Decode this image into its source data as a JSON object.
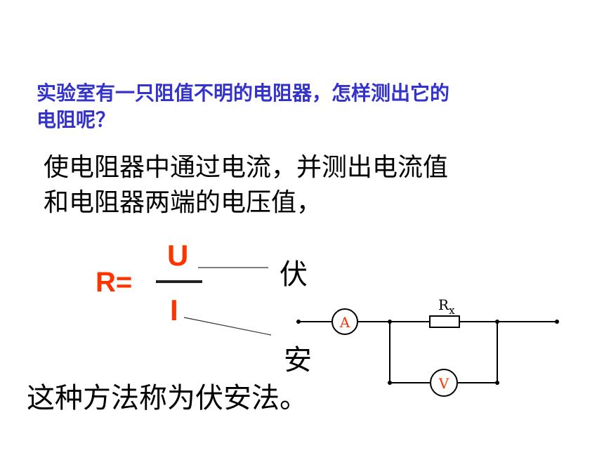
{
  "question": {
    "line1": "实验室有一只阻值不明的电阻器，怎样测出它的",
    "line2": "电阻呢？"
  },
  "explanation": {
    "line1": "使电阻器中通过电流，并测出电流值",
    "line2": "和电阻器两端的电压值，"
  },
  "formula": {
    "lhs": "R=",
    "numerator": "U",
    "denominator": "I",
    "numerator_unit": "伏",
    "denominator_unit": "安"
  },
  "circuit": {
    "ammeter": "A",
    "voltmeter": "V",
    "resistor_label": "R",
    "resistor_subscript": "x"
  },
  "conclusion": "这种方法称为伏安法。",
  "colors": {
    "question": "#3333cc",
    "formula": "#ff3300"
  }
}
